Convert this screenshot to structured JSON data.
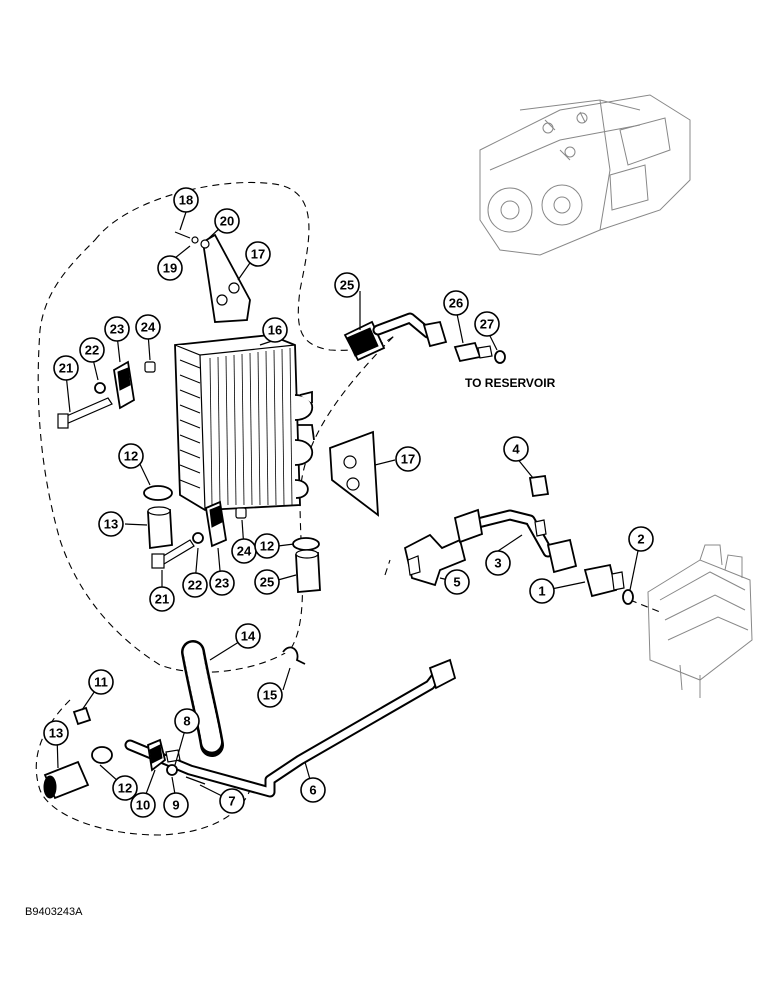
{
  "diagram": {
    "destination_label": "TO RESERVOIR",
    "figure_id": "B9403243A",
    "callouts": {
      "c1": "1",
      "c2": "2",
      "c3": "3",
      "c4": "4",
      "c5": "5",
      "c6": "6",
      "c7": "7",
      "c8": "8",
      "c9": "9",
      "c10": "10",
      "c11": "11",
      "c12a": "12",
      "c12b": "12",
      "c12c": "12",
      "c13a": "13",
      "c13b": "13",
      "c14": "14",
      "c15": "15",
      "c16": "16",
      "c17a": "17",
      "c17b": "17",
      "c18": "18",
      "c19": "19",
      "c20": "20",
      "c21a": "21",
      "c21b": "21",
      "c22a": "22",
      "c22b": "22",
      "c23a": "23",
      "c23b": "23",
      "c24a": "24",
      "c24b": "24",
      "c25a": "25",
      "c25b": "25",
      "c26": "26",
      "c27": "27"
    },
    "components": [
      "hydraulic-pump-ghost",
      "control-valve-ghost",
      "oil-cooler",
      "mounting-bracket",
      "hose",
      "tube",
      "tee-fitting",
      "elbow-fitting",
      "cap",
      "clamp",
      "bolt",
      "washer",
      "nut",
      "o-ring"
    ]
  }
}
